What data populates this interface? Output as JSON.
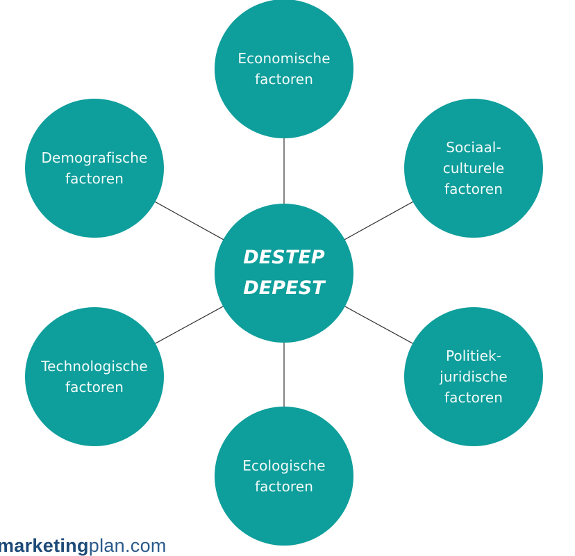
{
  "diagram": {
    "title": "DESTEP-analyse",
    "colors": {
      "node_fill": "#0e9e9b",
      "node_text": "#ffffff",
      "connector": "#333333"
    },
    "center": {
      "lines": [
        "DESTEP",
        "DEPEST"
      ]
    },
    "nodes": [
      {
        "id": "economisch",
        "lines": [
          "Economische",
          "factoren"
        ]
      },
      {
        "id": "sociaal-cultureel",
        "lines": [
          "Sociaal-",
          "culturele",
          "factoren"
        ]
      },
      {
        "id": "politiek-juridisch",
        "lines": [
          "Politiek-",
          "juridische",
          "factoren"
        ]
      },
      {
        "id": "ecologisch",
        "lines": [
          "Ecologische",
          "factoren"
        ]
      },
      {
        "id": "technologisch",
        "lines": [
          "Technologische",
          "factoren"
        ]
      },
      {
        "id": "demografisch",
        "lines": [
          "Demografische",
          "factoren"
        ]
      }
    ]
  },
  "footer": {
    "logo_bold": "marketing",
    "logo_light": "plan.com"
  }
}
